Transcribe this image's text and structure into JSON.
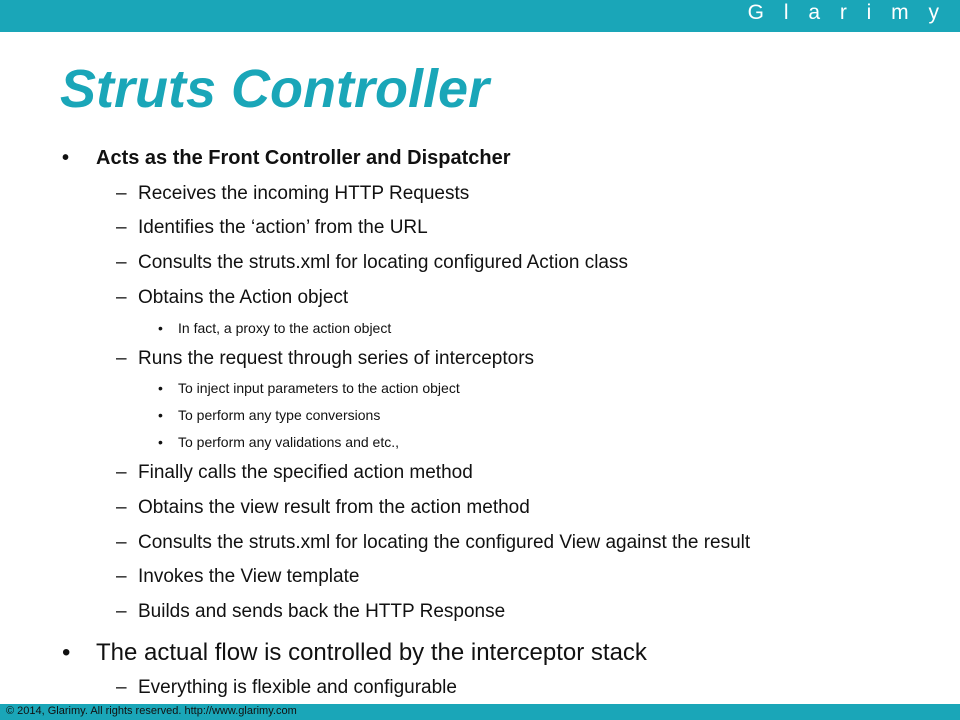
{
  "header": {
    "brand": "G l a r i m y"
  },
  "slide": {
    "title": "Struts Controller",
    "items": [
      {
        "level": 1,
        "marker": "•",
        "text": "Acts as the Front Controller and Dispatcher"
      },
      {
        "level": 2,
        "marker": "–",
        "text": "Receives the incoming HTTP Requests"
      },
      {
        "level": 2,
        "marker": "–",
        "text": "Identifies the ‘action’ from the URL"
      },
      {
        "level": 2,
        "marker": "–",
        "text": "Consults the struts.xml for locating configured Action class"
      },
      {
        "level": 2,
        "marker": "–",
        "text": "Obtains the Action object"
      },
      {
        "level": 3,
        "marker": "•",
        "text": "In fact, a proxy to the action object"
      },
      {
        "level": 2,
        "marker": "–",
        "text": "Runs the request through series of interceptors"
      },
      {
        "level": 3,
        "marker": "•",
        "text": "To inject input parameters to the action object"
      },
      {
        "level": 3,
        "marker": "•",
        "text": "To perform any type conversions"
      },
      {
        "level": 3,
        "marker": "•",
        "text": "To perform any validations and etc.,"
      },
      {
        "level": 2,
        "marker": "–",
        "text": "Finally calls the specified action method"
      },
      {
        "level": 2,
        "marker": "–",
        "text": "Obtains the view result from the action method"
      },
      {
        "level": 2,
        "marker": "–",
        "text": "Consults the struts.xml for locating the configured View against the result"
      },
      {
        "level": 2,
        "marker": "–",
        "text": "Invokes the View template"
      },
      {
        "level": 2,
        "marker": "–",
        "text": "Builds and sends back the HTTP Response"
      },
      {
        "level": 1,
        "marker": "•",
        "text": "The actual flow is controlled by the interceptor stack"
      },
      {
        "level": 2,
        "marker": "–",
        "text": "Everything is flexible and configurable"
      }
    ]
  },
  "footer": {
    "copyright": "© 2014, Glarimy. All rights reserved. http://www.glarimy.com"
  },
  "colors": {
    "accent": "#1aa6b8",
    "text": "#111111"
  }
}
